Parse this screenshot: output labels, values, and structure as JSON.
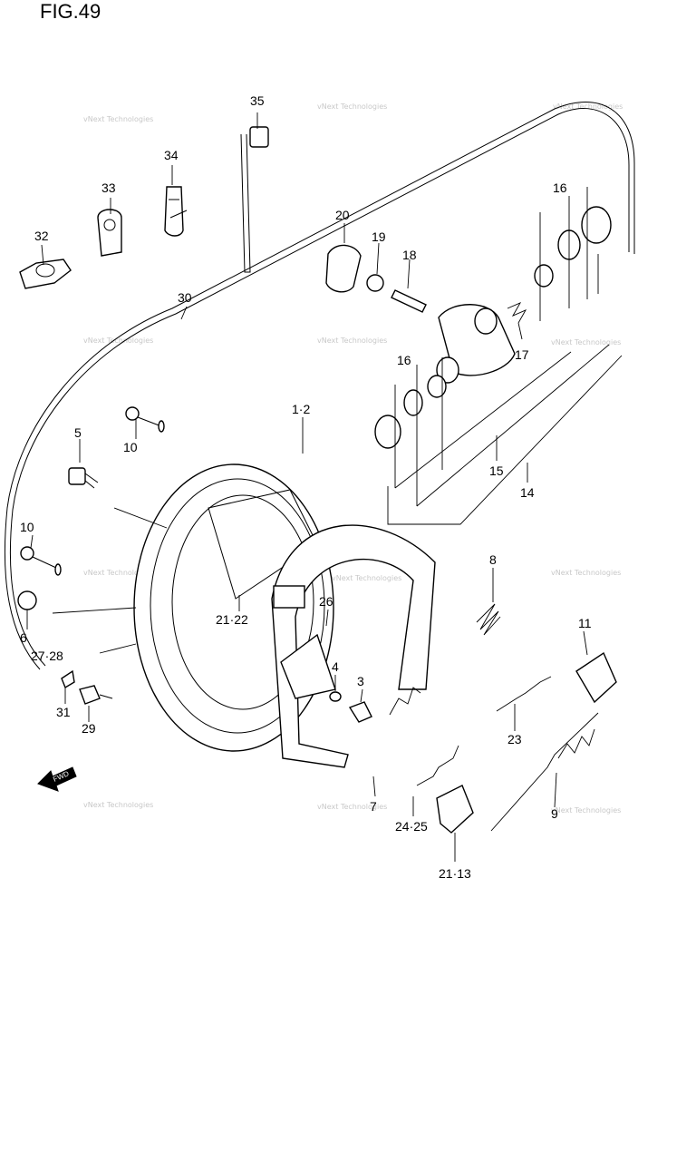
{
  "title": "FIG.49",
  "watermark": "vNext Technologies",
  "fwd_label": "FWD",
  "callouts": [
    "35",
    "34",
    "33",
    "32",
    "30",
    "20",
    "19",
    "18",
    "16",
    "17",
    "16",
    "15",
    "14",
    "1·2",
    "10",
    "5",
    "10",
    "6",
    "27·28",
    "21·22",
    "26",
    "4",
    "3",
    "8",
    "11",
    "23",
    "7",
    "24·25",
    "21·13",
    "9",
    "31",
    "29"
  ]
}
